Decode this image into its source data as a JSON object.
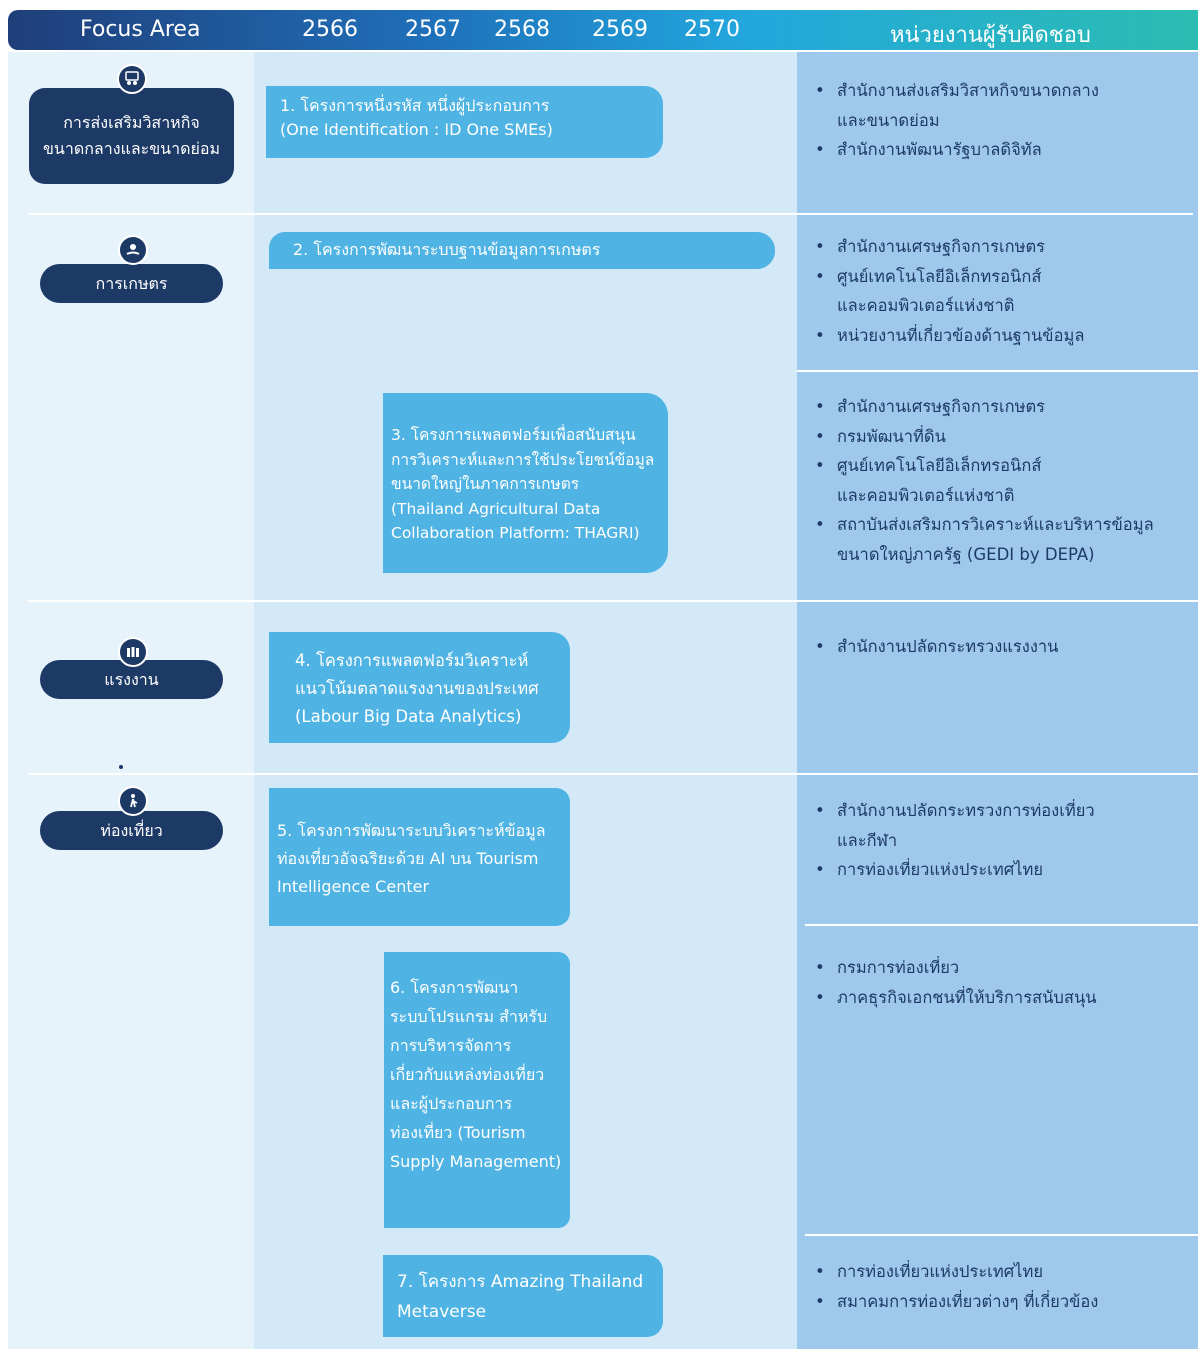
{
  "header": {
    "focus_area": "Focus Area",
    "years": [
      "2566",
      "2567",
      "2568",
      "2569",
      "2570"
    ],
    "responsible": "หน่วยงานผู้รับผิดชอบ"
  },
  "focus_areas": [
    {
      "lines": [
        "การส่งเสริมวิสาหกิจ",
        "ขนาดกลางและขนาดย่อม"
      ],
      "icon": "business-people-icon"
    },
    {
      "lines": [
        "การเกษตร"
      ],
      "icon": "hand-plant-icon"
    },
    {
      "lines": [
        "แรงงาน"
      ],
      "icon": "workers-group-icon"
    },
    {
      "lines": [
        "ท่องเที่ยว"
      ],
      "icon": "traveler-icon"
    }
  ],
  "projects": [
    "1. โครงการหนึ่งรหัส หนึ่งผู้ประกอบการ\n(One Identification : ID One SMEs)",
    "2. โครงการพัฒนาระบบฐานข้อมูลการเกษตร",
    "3. โครงการแพลตฟอร์มเพื่อสนับสนุน\nการวิเคราะห์และการใช้ประโยชน์ข้อมูล\nขนาดใหญ่ในภาคการเกษตร\n(Thailand Agricultural Data\nCollaboration Platform: THAGRI)",
    "4. โครงการแพลตฟอร์มวิเคราะห์\nแนวโน้มตลาดแรงงานของประเทศ\n(Labour Big Data Analytics)",
    "5. โครงการพัฒนาระบบวิเคราะห์ข้อมูล\nท่องเที่ยวอัจฉริยะด้วย AI บน Tourism\nIntelligence Center",
    "6. โครงการพัฒนา\nระบบโปรแกรม สำหรับ\nการบริหารจัดการ\nเกี่ยวกับแหล่งท่องเที่ยว\nและผู้ประกอบการ\nท่องเที่ยว (Tourism\nSupply Management)",
    "7. โครงการ Amazing Thailand\nMetaverse"
  ],
  "responsible_units": [
    [
      "สำนักงานส่งเสริมวิสาหกิจขนาดกลาง\nและขนาดย่อม",
      "สำนักงานพัฒนารัฐบาลดิจิทัล"
    ],
    [
      "สำนักงานเศรษฐกิจการเกษตร",
      "ศูนย์เทคโนโลยีอิเล็กทรอนิกส์\nและคอมพิวเตอร์แห่งชาติ",
      "หน่วยงานที่เกี่ยวข้องด้านฐานข้อมูล"
    ],
    [
      "สำนักงานเศรษฐกิจการเกษตร",
      "กรมพัฒนาที่ดิน",
      "ศูนย์เทคโนโลยีอิเล็กทรอนิกส์\nและคอมพิวเตอร์แห่งชาติ",
      "สถาบันส่งเสริมการวิเคราะห์และบริหารข้อมูล\nขนาดใหญ่ภาครัฐ (GEDI by DEPA)"
    ],
    [
      "สำนักงานปลัดกระทรวงแรงงาน"
    ],
    [
      "สำนักงานปลัดกระทรวงการท่องเที่ยว\nและกีฬา",
      "การท่องเที่ยวแห่งประเทศไทย"
    ],
    [
      "กรมการท่องเที่ยว",
      "ภาคธุรกิจเอกชนที่ให้บริการสนับสนุน"
    ],
    [
      "การท่องเที่ยวแห่งประเทศไทย",
      "สมาคมการท่องเที่ยวต่างๆ ที่เกี่ยวข้อง"
    ]
  ],
  "colors": {
    "header_start": "#1f3e79",
    "header_end": "#2bbdb1",
    "focus_pill": "#1d3a66",
    "project_box": "#4fb3e3",
    "responsible_column": "#9fc9ec",
    "text_dark": "#1d3a66"
  }
}
